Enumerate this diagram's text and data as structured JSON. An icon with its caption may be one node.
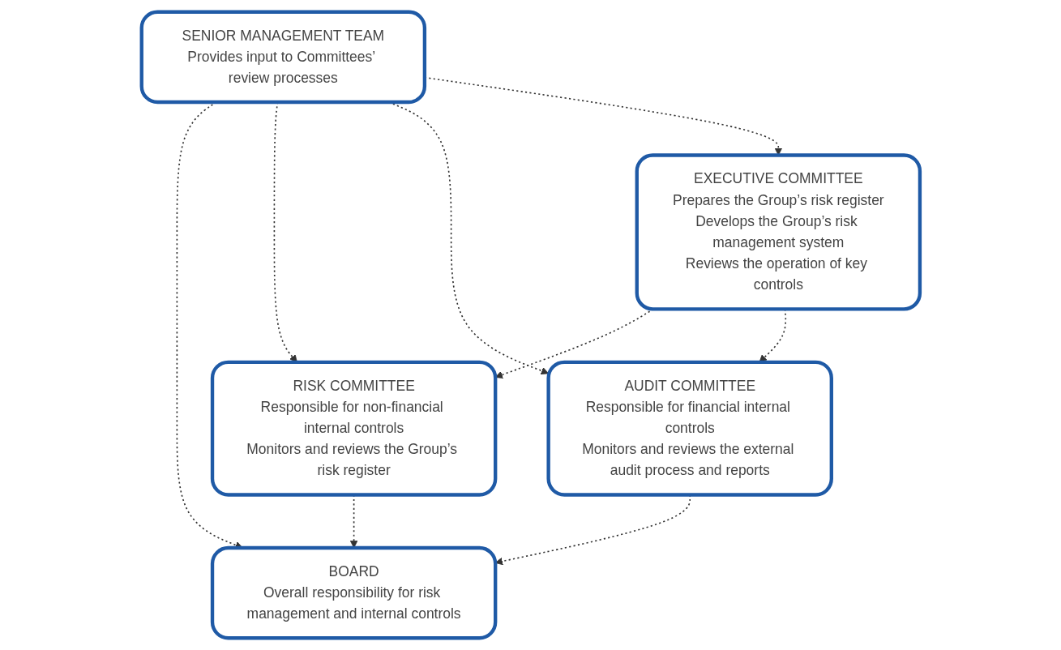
{
  "diagram": {
    "nodes": [
      {
        "text": [
          "BOARD",
          "Overall responsibility for risk management and internal controls"
        ]
      },
      {
        "text": [
          "RISK COMMITTEE",
          "Responsible for non-financial internal controls",
          "Monitors and reviews the Group’s risk register"
        ]
      },
      {
        "text": [
          "SENIOR MANAGEMENT TEAM",
          "Provides input to Committees’ review processes"
        ]
      },
      {
        "text": [
          "AUDIT COMMITTEE",
          "Responsible for financial internal controls",
          "Monitors and reviews the external audit process and reports"
        ]
      },
      {
        "text": [
          "EXECUTIVE COMMITTEE",
          "Prepares the Group’s risk register",
          "Develops the Group’s risk management system",
          "Reviews the operation of key controls"
        ]
      }
    ],
    "edges": [
      {
        "from": 1,
        "to": 0,
        "arrow": "to",
        "style": "dashed"
      },
      {
        "from": 2,
        "to": 0,
        "arrow": "to",
        "style": "dashed"
      },
      {
        "from": 3,
        "to": 0,
        "arrow": "to",
        "style": "dashed"
      },
      {
        "from": 2,
        "to": 1,
        "arrow": "to",
        "style": "dashed"
      },
      {
        "from": 2,
        "to": 3,
        "arrow": "to",
        "style": "dashed"
      },
      {
        "from": 2,
        "to": 4,
        "arrow": "to",
        "style": "dashed"
      },
      {
        "from": 4,
        "to": 1,
        "arrow": "to",
        "style": "dashed"
      },
      {
        "from": 4,
        "to": 3,
        "arrow": "to",
        "style": "dashed"
      }
    ]
  }
}
